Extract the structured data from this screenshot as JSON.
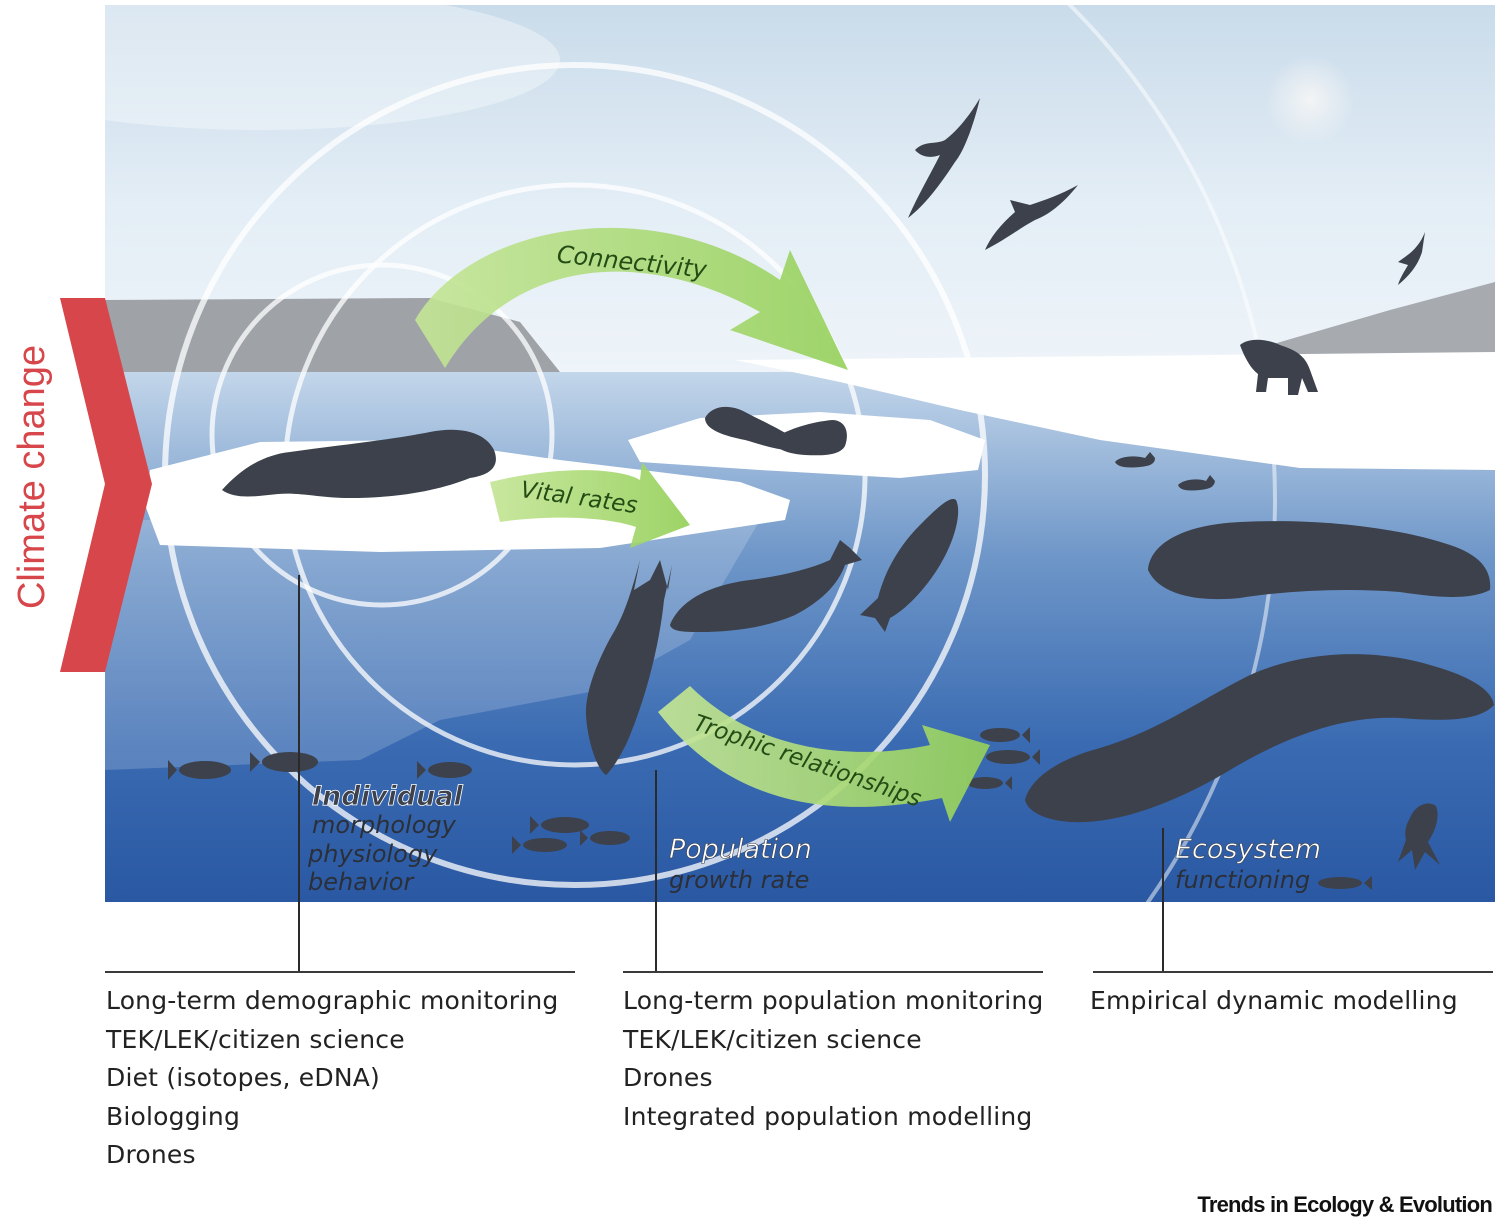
{
  "driver": "Climate change",
  "arrows": {
    "connectivity": "Connectivity",
    "vital_rates": "Vital rates",
    "trophic": "Trophic relationships"
  },
  "levels": {
    "individual": {
      "title": "Individual",
      "lines": [
        "morphology",
        "physiology",
        "behavior"
      ]
    },
    "population": {
      "title": "Population",
      "lines": [
        "growth rate"
      ]
    },
    "ecosystem": {
      "title": "Ecosystem",
      "lines": [
        "functioning"
      ]
    }
  },
  "methods": {
    "individual": [
      "Long-term demographic monitoring",
      "TEK/LEK/citizen science",
      "Diet (isotopes, eDNA)",
      "Biologging",
      "Drones"
    ],
    "population": [
      "Long-term population monitoring",
      "TEK/LEK/citizen science",
      "Drones",
      "Integrated population modelling"
    ],
    "ecosystem": [
      "Empirical dynamic modelling"
    ]
  },
  "credit": "Trends in Ecology & Evolution",
  "colors": {
    "climate_arrow": "#d7464a",
    "green_arrow": "#a6d86a",
    "silhouette": "#3c414b",
    "deep_water": "#2d5ea8",
    "sky": "#dfeaf3"
  }
}
